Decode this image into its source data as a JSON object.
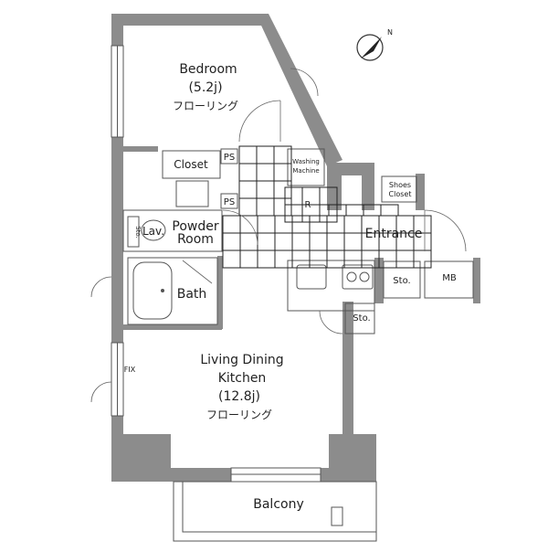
{
  "rooms": {
    "bedroom": {
      "name": "Bedroom",
      "size": "(5.2j)",
      "floor": "フローリング"
    },
    "ldk": {
      "name_line1": "Living Dining",
      "name_line2": "Kitchen",
      "size": "(12.8j)",
      "floor": "フローリング"
    },
    "bath": "Bath",
    "powder_line1": "Powder",
    "powder_line2": "Room",
    "entrance": "Entrance",
    "balcony": "Balcony"
  },
  "fixtures": {
    "closet": "Closet",
    "ps_1": "PS",
    "ps_2": "PS",
    "washing_line1": "Washing",
    "washing_line2": "Machine",
    "shoes_line1": "Shoes",
    "shoes_line2": "Closet",
    "sto_1": "Sto.",
    "sto_2": "Sto.",
    "mb": "MB",
    "lav": "Lav.",
    "sto_small": "Sto.",
    "fix": "FIX",
    "r_mark": "R"
  },
  "compass_label": "N"
}
